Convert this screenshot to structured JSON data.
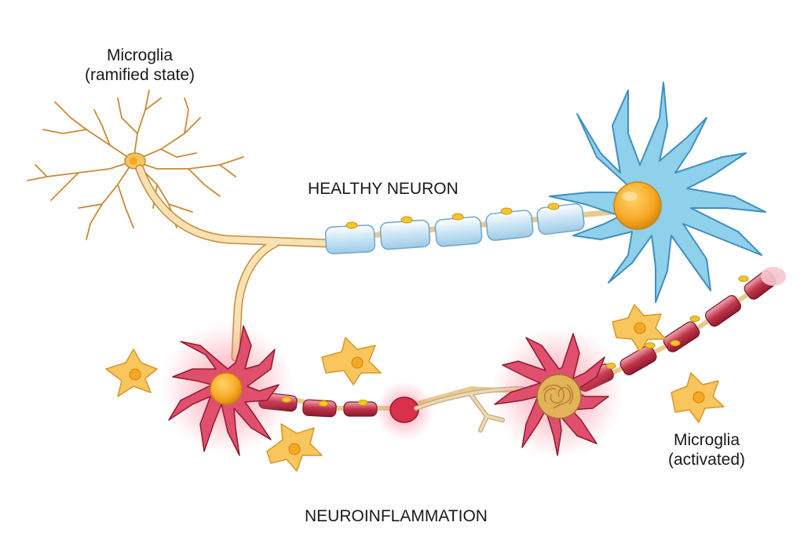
{
  "labels": {
    "microglia_ramified_line1": "Microglia",
    "microglia_ramified_line2": "(ramified state)",
    "healthy_neuron": "HEALTHY NEURON",
    "microglia_activated_line1": "Microglia",
    "microglia_activated_line2": "(activated)",
    "neuroinflammation": "NEUROINFLAMMATION"
  },
  "colors": {
    "background": "#ffffff",
    "healthy_neuron_body": "#8fd0ea",
    "healthy_neuron_outline": "#3f8fc0",
    "myelin_healthy": "#cfe8f6",
    "nucleus": "#f7a823",
    "axon": "#f5dcaa",
    "microglia_ramified": "#e8a84a",
    "damaged_neuron_body": "#e0506e",
    "damaged_glow": "#ff4b6a",
    "myelin_damaged": "#b3233b",
    "activated_microglia": "#f8c65c"
  }
}
